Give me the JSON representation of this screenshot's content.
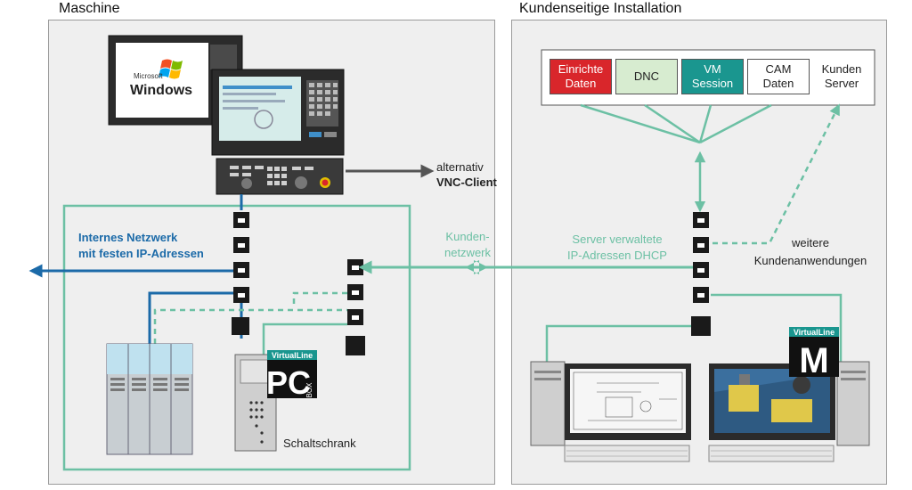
{
  "titles": {
    "left": "Maschine",
    "right": "Kundenseitige Installation"
  },
  "windows_logo": {
    "brand": "Microsoft",
    "product": "Windows"
  },
  "vnc_label": {
    "line1": "alternativ",
    "line2": "VNC-Client"
  },
  "internal_network": {
    "line1": "Internes Netzwerk",
    "line2": "mit festen IP-Adressen"
  },
  "customer_network": {
    "line1": "Kunden-",
    "line2": "netzwerk"
  },
  "dhcp_label": {
    "line1": "Server verwaltete",
    "line2": "IP-Adressen DHCP"
  },
  "further_apps": {
    "line1": "weitere",
    "line2": "Kundenanwendungen"
  },
  "cabinet_label": "Schaltschrank",
  "pcbox_logo": {
    "brand": "VirtualLine",
    "letters": "PC",
    "suffix": "BOX"
  },
  "vm_logo": {
    "brand": "VirtualLine",
    "letter": "M"
  },
  "server_boxes": [
    {
      "label": "Einrichte\nDaten",
      "bg": "#d9262b",
      "fg": "#ffffff"
    },
    {
      "label": "DNC",
      "bg": "#d7ecd0",
      "fg": "#222222"
    },
    {
      "label": "VM\nSession",
      "bg": "#1a968f",
      "fg": "#ffffff"
    },
    {
      "label": "CAM\nDaten",
      "bg": "#ffffff",
      "fg": "#222222"
    }
  ],
  "customer_server": "Kunden\nServer",
  "colors": {
    "internal_blue": "#1b6aa8",
    "customer_green": "#6cc0a4",
    "arrow_gray": "#555555",
    "panel_bg": "#efefef"
  }
}
